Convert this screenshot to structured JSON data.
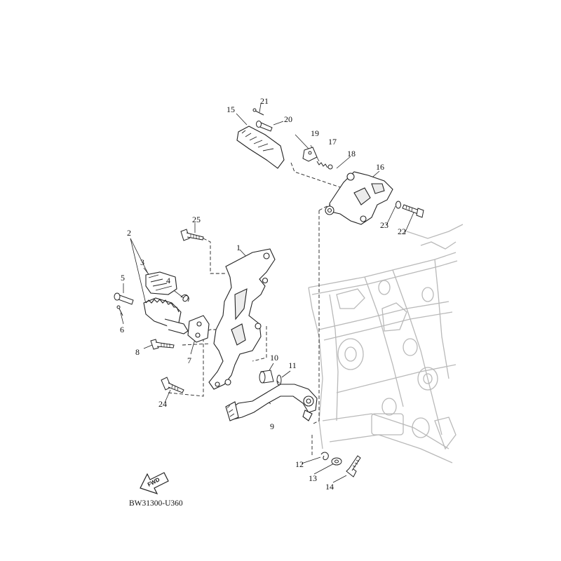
{
  "diagram": {
    "code": "BW31300-U360",
    "fwd_label": "FWD",
    "colors": {
      "line": "#222222",
      "frame": "#b9b9b9",
      "fill": "#ffffff",
      "shade": "#e6e6e6"
    }
  },
  "callouts": [
    {
      "id": "c1",
      "number": "1"
    },
    {
      "id": "c2",
      "number": "2"
    },
    {
      "id": "c3",
      "number": "3"
    },
    {
      "id": "c4",
      "number": "4"
    },
    {
      "id": "c5",
      "number": "5"
    },
    {
      "id": "c6",
      "number": "6"
    },
    {
      "id": "c7",
      "number": "7"
    },
    {
      "id": "c8",
      "number": "8"
    },
    {
      "id": "c9",
      "number": "9"
    },
    {
      "id": "c10",
      "number": "10"
    },
    {
      "id": "c11",
      "number": "11"
    },
    {
      "id": "c12",
      "number": "12"
    },
    {
      "id": "c13",
      "number": "13"
    },
    {
      "id": "c14",
      "number": "14"
    },
    {
      "id": "c15",
      "number": "15"
    },
    {
      "id": "c16",
      "number": "16"
    },
    {
      "id": "c17",
      "number": "17"
    },
    {
      "id": "c18",
      "number": "18"
    },
    {
      "id": "c19",
      "number": "19"
    },
    {
      "id": "c20",
      "number": "20"
    },
    {
      "id": "c21",
      "number": "21"
    },
    {
      "id": "c22",
      "number": "22"
    },
    {
      "id": "c23",
      "number": "23"
    },
    {
      "id": "c24",
      "number": "24"
    },
    {
      "id": "c25",
      "number": "25"
    }
  ]
}
